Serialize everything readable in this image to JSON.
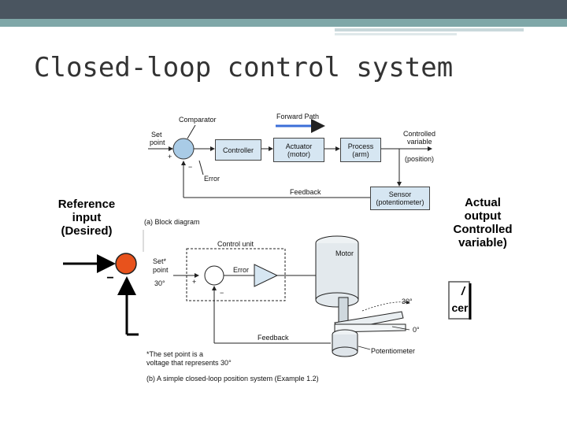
{
  "slide": {
    "title": "Closed-loop control system"
  },
  "block_diagram": {
    "comparator": "Comparator",
    "forward_path": "Forward Path",
    "set_point": [
      "Set",
      "point"
    ],
    "plus": "+",
    "minus": "−",
    "error": "Error",
    "controller": "Controller",
    "actuator": [
      "Actuator",
      "(motor)"
    ],
    "process": [
      "Process",
      "(arm)"
    ],
    "controlled_variable": [
      "Controlled",
      "variable"
    ],
    "position": "(position)",
    "feedback": "Feedback",
    "sensor": [
      "Sensor",
      "(potentiometer)"
    ],
    "caption": "(a)  Block diagram"
  },
  "overlay": {
    "reference_input": [
      "Reference",
      "input",
      "(Desired)"
    ],
    "actual_output": [
      "Actual",
      "output",
      "Controlled",
      "variable)"
    ],
    "cut_box": [
      "/",
      "cer"
    ]
  },
  "position_system": {
    "control_unit": "Control unit",
    "set_point": [
      "Set*",
      "point"
    ],
    "angle_set": "30°",
    "plus": "+",
    "minus": "−",
    "error": "Error",
    "motor": "Motor",
    "angle_30": "30°",
    "angle_0": "0°",
    "potentiometer": "Potentiometer",
    "feedback": "Feedback",
    "note": [
      "*The set point is a",
      "voltage that represents 30°"
    ],
    "caption": "(b)  A simple closed-loop position system (Example 1.2)"
  },
  "colors": {
    "header_dark": "#4a5560",
    "header_teal": "#7fa7a8",
    "box_fill": "#d6e6f2",
    "comparator_fill": "#a9cbe6",
    "arrow_blue": "#3c6fd8",
    "orange_dot": "#e8521c"
  }
}
